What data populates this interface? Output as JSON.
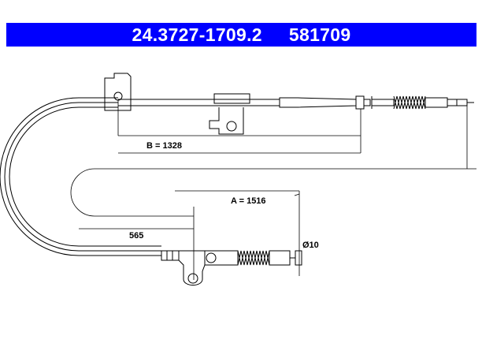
{
  "header": {
    "part_number": "24.3727-1709.2",
    "ref_number": "581709",
    "background_color": "#0000ff",
    "text_color": "#ffffff"
  },
  "dimensions": {
    "b": "B = 1328",
    "a": "A = 1516",
    "c": "565",
    "diameter": "Ø10"
  }
}
